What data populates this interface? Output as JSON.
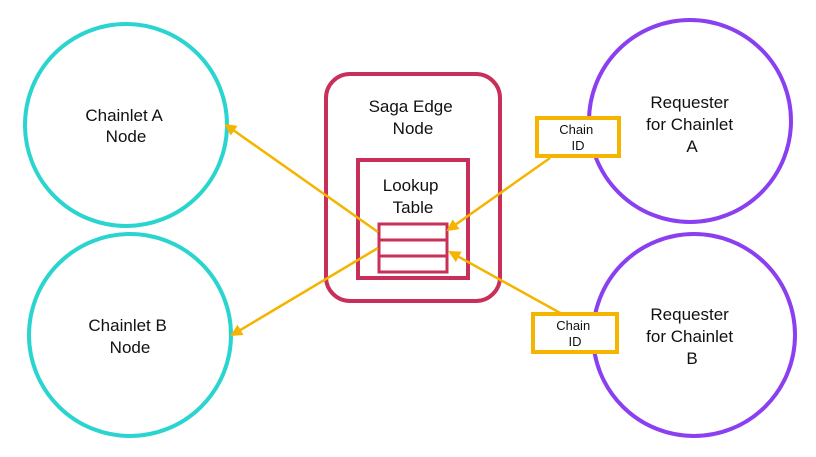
{
  "colors": {
    "chainlet": "#2ad4cf",
    "requester": "#8a3ff0",
    "edge": "#c8305a",
    "arrow": "#f5b400",
    "tag_border": "#f5b400",
    "text": "#111111"
  },
  "nodes": {
    "chainlet_a": {
      "lines": [
        "Chainlet A",
        "Node"
      ]
    },
    "chainlet_b": {
      "lines": [
        "Chainlet B",
        "Node"
      ]
    },
    "requester_a": {
      "lines": [
        "Requester",
        "for Chainlet",
        "A"
      ]
    },
    "requester_b": {
      "lines": [
        "Requester",
        "for Chainlet",
        "B"
      ]
    },
    "saga_edge": {
      "lines": [
        "Saga Edge",
        "Node"
      ]
    },
    "lookup_table": {
      "lines": [
        "Lookup",
        "Table"
      ]
    }
  },
  "tags": {
    "tag_a": {
      "lines": [
        "Chain",
        "ID"
      ]
    },
    "tag_b": {
      "lines": [
        "Chain",
        "ID"
      ]
    }
  }
}
